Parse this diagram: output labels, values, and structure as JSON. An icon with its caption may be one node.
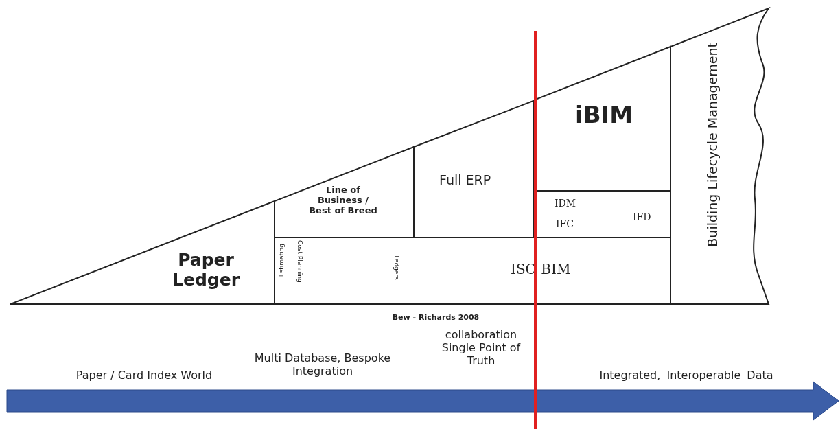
{
  "diagram": {
    "nodes": [
      {
        "text": [
          "Paper Ledger"
        ]
      },
      {
        "text": [
          "Line of Business / Best of Breed"
        ]
      },
      {
        "text": [
          "Full ERP"
        ]
      },
      {
        "text": [
          "iBIM"
        ]
      },
      {
        "text": [
          "IDM",
          "IFC",
          "IFD"
        ]
      },
      {
        "text": [
          "Estimating",
          "Cost Planning",
          "Ledgers",
          "ISO BIM"
        ]
      },
      {
        "text": [
          "Building Lifecycle Management"
        ]
      }
    ],
    "edges": [],
    "labels": [
      "Bew - Richards 2008",
      "Paper / Card Index World",
      "Multi Database, Bespoke Integration",
      "collaboration Single Point of Truth",
      "Integrated, Interoperable Data"
    ]
  }
}
